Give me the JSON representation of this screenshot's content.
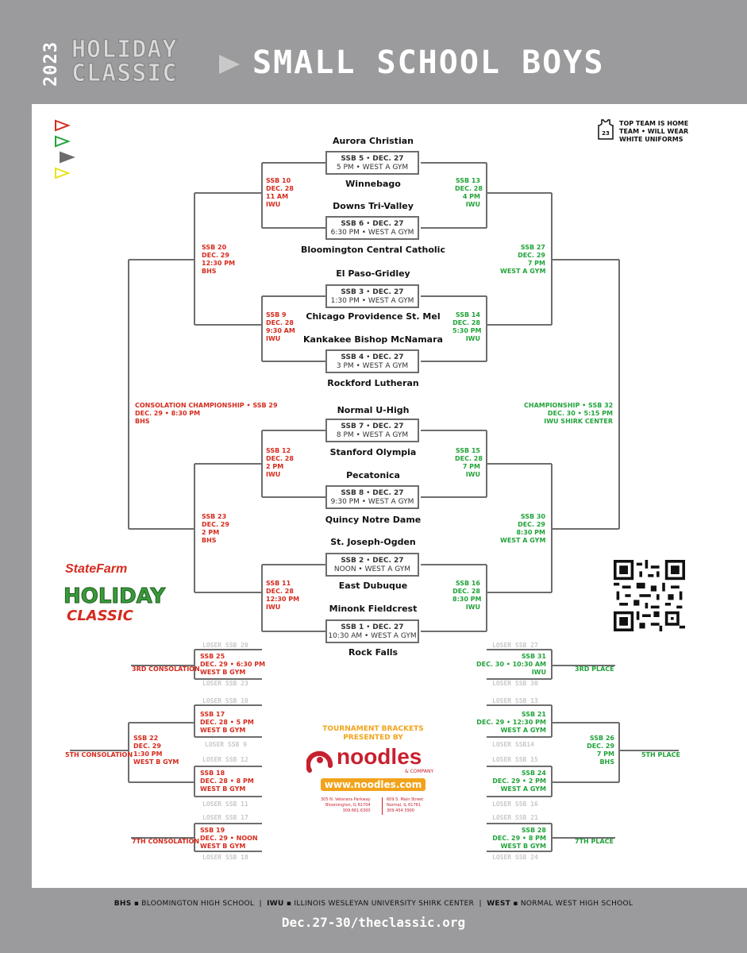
{
  "header": {
    "year": "2023",
    "logo": [
      "HOLIDAY",
      "CLASSIC"
    ],
    "title": "SMALL SCHOOL BOYS"
  },
  "note": {
    "jersey_number": "23",
    "lines": [
      "TOP TEAM IS HOME",
      "TEAM • WILL WEAR",
      "WHITE UNIFORMS"
    ]
  },
  "teams": [
    "Aurora Christian",
    "Winnebago",
    "Downs Tri-Valley",
    "Bloomington Central Catholic",
    "El Paso-Gridley",
    "Chicago Providence St. Mel",
    "Kankakee Bishop McNamara",
    "Rockford Lutheran",
    "Normal U-High",
    "Stanford Olympia",
    "Pecatonica",
    "Quincy Notre Dame",
    "St. Joseph-Ogden",
    "East Dubuque",
    "Minonk Fieldcrest",
    "Rock Falls"
  ],
  "first_round": [
    {
      "code": "SSB 5",
      "date": "DEC. 27",
      "info": "5 PM • WEST A GYM"
    },
    {
      "code": "SSB 6",
      "date": "DEC. 27",
      "info": "6:30 PM • WEST A GYM"
    },
    {
      "code": "SSB 3",
      "date": "DEC. 27",
      "info": "1:30 PM • WEST A GYM"
    },
    {
      "code": "SSB 4",
      "date": "DEC. 27",
      "info": "3 PM • WEST A GYM"
    },
    {
      "code": "SSB 7",
      "date": "DEC. 27",
      "info": "8 PM • WEST A GYM"
    },
    {
      "code": "SSB 8",
      "date": "DEC. 27",
      "info": "9:30 PM • WEST A GYM"
    },
    {
      "code": "SSB 2",
      "date": "DEC. 27",
      "info": "NOON • WEST A GYM"
    },
    {
      "code": "SSB 1",
      "date": "DEC. 27",
      "info": "10:30 AM • WEST A GYM"
    }
  ],
  "loser_labels": [
    [
      "SSB 10",
      "DEC. 28",
      "11 AM",
      "IWU"
    ],
    [
      "SSB 9",
      "DEC. 28",
      "9:30 AM",
      "IWU"
    ],
    [
      "SSB 12",
      "DEC. 28",
      "2 PM",
      "IWU"
    ],
    [
      "SSB 11",
      "DEC. 28",
      "12:30 PM",
      "IWU"
    ],
    [
      "SSB 20",
      "DEC. 29",
      "12:30 PM",
      "BHS"
    ],
    [
      "SSB 23",
      "DEC. 29",
      "2 PM",
      "BHS"
    ]
  ],
  "winner_labels": [
    [
      "SSB 13",
      "DEC. 28",
      "4 PM",
      "IWU"
    ],
    [
      "SSB 14",
      "DEC. 28",
      "5:30 PM",
      "IWU"
    ],
    [
      "SSB 15",
      "DEC. 28",
      "7 PM",
      "IWU"
    ],
    [
      "SSB 16",
      "DEC. 28",
      "8:30 PM",
      "IWU"
    ],
    [
      "SSB 27",
      "DEC. 29",
      "7 PM",
      "WEST A GYM"
    ],
    [
      "SSB 30",
      "DEC. 29",
      "8:30 PM",
      "WEST A GYM"
    ]
  ],
  "consolation_championship": [
    "CONSOLATION CHAMPIONSHIP • SSB 29",
    "DEC. 29 • 8:30 PM",
    "BHS"
  ],
  "championship": [
    "CHAMPIONSHIP • SSB 32",
    "DEC. 30 • 5:15 PM",
    "IWU SHIRK CENTER"
  ],
  "left_lower": {
    "ssb25": [
      "SSB 25",
      "DEC. 29 • 6:30 PM",
      "WEST B GYM"
    ],
    "ssb17": [
      "SSB 17",
      "DEC. 28 • 5 PM",
      "WEST B GYM"
    ],
    "ssb22": [
      "SSB 22",
      "DEC. 29",
      "1:30 PM",
      "WEST B GYM"
    ],
    "ssb18": [
      "SSB 18",
      "DEC. 28 • 8 PM",
      "WEST B GYM"
    ],
    "ssb19": [
      "SSB 19",
      "DEC. 29 • NOON",
      "WEST B GYM"
    ],
    "losers": [
      "LOSER SSB 20",
      "LOSER SSB 23",
      "LOSER SSB 10",
      "LOSER SSB 9",
      "LOSER SSB 12",
      "LOSER SSB 11",
      "LOSER SSB 17",
      "LOSER SSB 18"
    ],
    "titles": [
      "3RD CONSOLATION",
      "5TH CONSOLATION",
      "7TH CONSOLATION"
    ]
  },
  "right_lower": {
    "ssb31": [
      "SSB 31",
      "DEC. 30 • 10:30 AM",
      "IWU"
    ],
    "ssb21": [
      "SSB 21",
      "DEC. 29 • 12:30 PM",
      "WEST A GYM"
    ],
    "ssb26": [
      "SSB 26",
      "DEC. 29",
      "7 PM",
      "BHS"
    ],
    "ssb24": [
      "SSB 24",
      "DEC. 29 • 2 PM",
      "WEST A GYM"
    ],
    "ssb28": [
      "SSB 28",
      "DEC. 29 • 8 PM",
      "WEST B GYM"
    ],
    "losers": [
      "LOSER SSB 27",
      "LOSER SSB 30",
      "LOSER SSB 13",
      "LOSER SSB14",
      "LOSER SSB 15",
      "LOSER SSB 16",
      "LOSER SSB 21",
      "LOSER SSB 24"
    ],
    "titles": [
      "3RD PLACE",
      "5TH PLACE",
      "7TH PLACE"
    ]
  },
  "sponsor": {
    "statefarm": "StateFarm",
    "hc": [
      "HOLIDAY",
      "CLASSIC"
    ],
    "line1": "TOURNAMENT BRACKETS",
    "line2": "PRESENTED BY",
    "name": "noodles",
    "sub": "& COMPANY",
    "url": "www.noodles.com",
    "addr1": [
      "305 N. Veterans Parkway",
      "Bloomington, IL 61704",
      "309.661.6300"
    ],
    "addr2": [
      "609 S. Main Street",
      "Normal, IL 61761",
      "309.454.3900"
    ]
  },
  "footer": {
    "legend": [
      {
        "abbr": "BHS",
        "full": "BLOOMINGTON HIGH SCHOOL"
      },
      {
        "abbr": "IWU",
        "full": "ILLINOIS WESLEYAN UNIVERSITY SHIRK CENTER"
      },
      {
        "abbr": "WEST",
        "full": "NORMAL WEST HIGH SCHOOL"
      }
    ],
    "date": "Dec.27-30/theclassic.org"
  },
  "colors": {
    "red": "#d52b1e",
    "green": "#22a33a",
    "gray": "#6d6d6d",
    "yellow": "#e8e21a"
  }
}
